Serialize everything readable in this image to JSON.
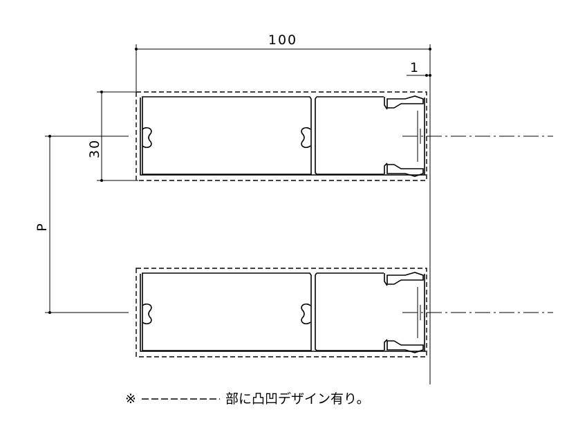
{
  "dimensions": {
    "width_label": "100",
    "offset_label": "1",
    "height_label": "30",
    "pitch_label": "P"
  },
  "note": {
    "symbol": "※",
    "dashes": "--------",
    "text": "部に凸凹デザイン有り。"
  },
  "profiles": [
    "upper-profile",
    "lower-profile"
  ]
}
